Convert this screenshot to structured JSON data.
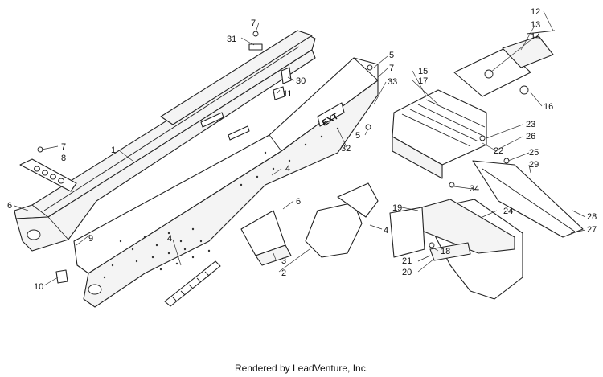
{
  "footer": "Rendered by LeadVenture, Inc.",
  "callouts": {
    "c1": "1",
    "c2": "2",
    "c3": "3",
    "c4a": "4",
    "c4b": "4",
    "c4c": "4",
    "c5a": "5",
    "c5b": "5",
    "c6a": "6",
    "c6b": "6",
    "c7a": "7",
    "c7b": "7",
    "c7c": "7",
    "c8": "8",
    "c9": "9",
    "c10": "10",
    "c11": "11",
    "c12": "12",
    "c13": "13",
    "c14": "14",
    "c15": "15",
    "c16": "16",
    "c17": "17",
    "c18": "18",
    "c19": "19",
    "c20": "20",
    "c21": "21",
    "c22": "22",
    "c23": "23",
    "c24": "24",
    "c25": "25",
    "c26": "26",
    "c27": "27",
    "c28": "28",
    "c29": "29",
    "c30": "30",
    "c31": "31",
    "c32": "32",
    "c33": "33",
    "c34": "34"
  },
  "decal": "EXT"
}
